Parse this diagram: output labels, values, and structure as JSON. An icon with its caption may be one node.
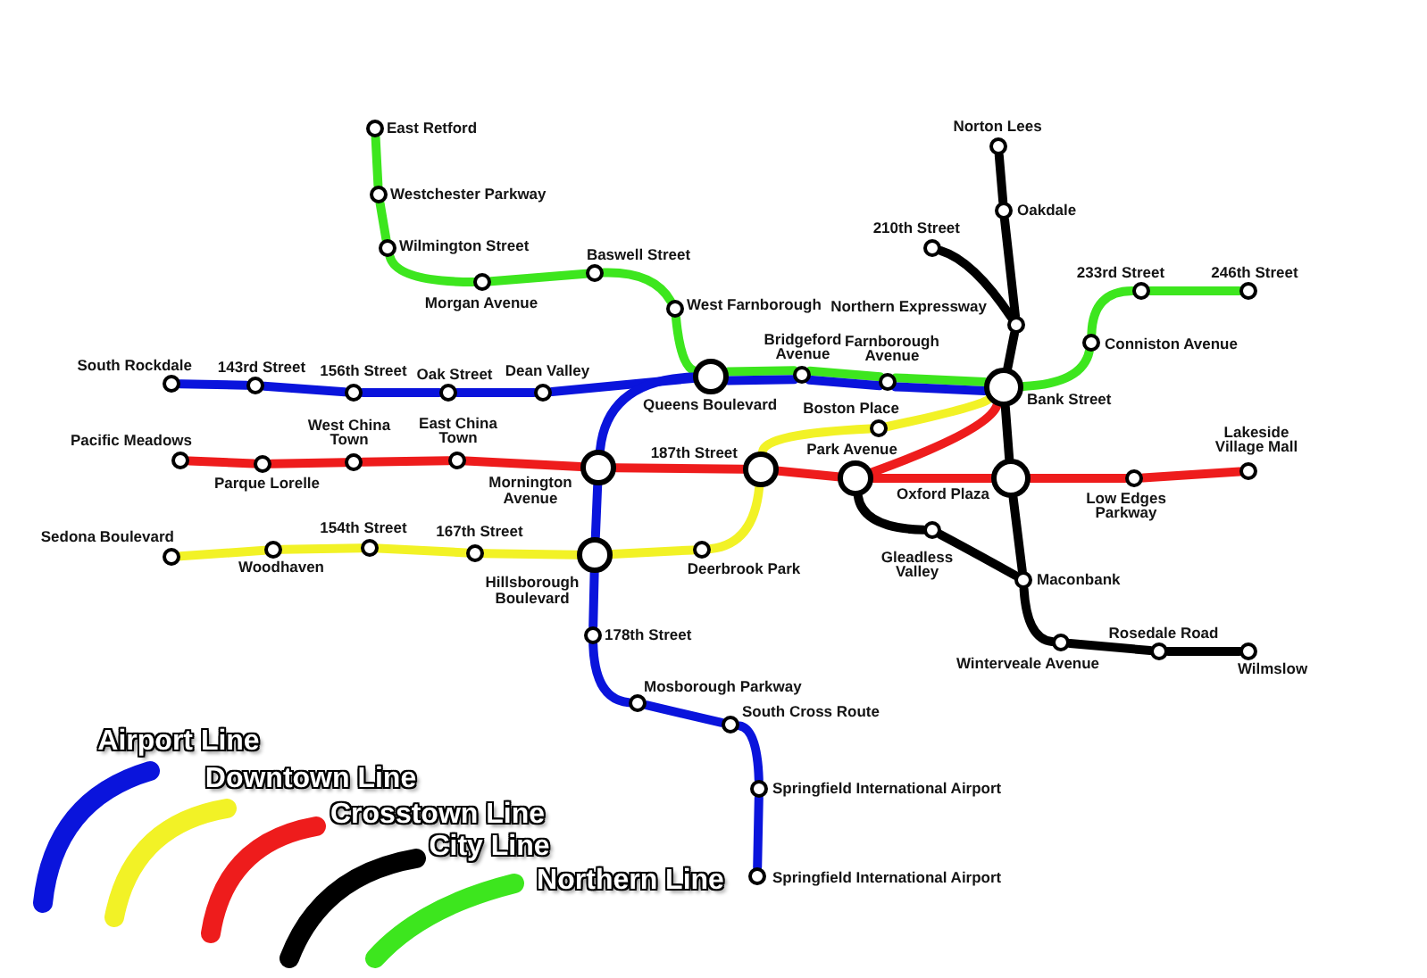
{
  "diagram": {
    "nodes": [
      {
        "text": [
          "East Retford"
        ]
      },
      {
        "text": [
          "Norton Lees"
        ]
      },
      {
        "text": [
          "Westchester Parkway"
        ]
      },
      {
        "text": [
          "Oakdale"
        ]
      },
      {
        "text": [
          "Wilmington Street"
        ]
      },
      {
        "text": [
          "210th Street"
        ]
      },
      {
        "text": [
          "Baswell Street"
        ]
      },
      {
        "text": [
          "Morgan Avenue"
        ]
      },
      {
        "text": [
          "233rd Street"
        ]
      },
      {
        "text": [
          "246th Street"
        ]
      },
      {
        "text": [
          "West Farnborough"
        ]
      },
      {
        "text": [
          "Northern Expressway"
        ]
      },
      {
        "text": [
          "Conniston Avenue"
        ]
      },
      {
        "text": [
          "South Rockdale"
        ]
      },
      {
        "text": [
          "143rd Street"
        ]
      },
      {
        "text": [
          "156th Street"
        ]
      },
      {
        "text": [
          "Oak Street"
        ]
      },
      {
        "text": [
          "Dean Valley"
        ]
      },
      {
        "text": [
          "Queens Boulevard"
        ]
      },
      {
        "text": [
          "Bridgeford Avenue"
        ]
      },
      {
        "text": [
          "Farnborough Avenue"
        ]
      },
      {
        "text": [
          "Bank Street"
        ]
      },
      {
        "text": [
          "Boston Place"
        ]
      },
      {
        "text": [
          "West China Town"
        ]
      },
      {
        "text": [
          "East China Town"
        ]
      },
      {
        "text": [
          "Pacific Meadows"
        ]
      },
      {
        "text": [
          "Parque Lorelle"
        ]
      },
      {
        "text": [
          "Mornington Avenue"
        ]
      },
      {
        "text": [
          "187th Street"
        ]
      },
      {
        "text": [
          "Park Avenue"
        ]
      },
      {
        "text": [
          "Oxford Plaza"
        ]
      },
      {
        "text": [
          "Lakeside Village Mall"
        ]
      },
      {
        "text": [
          "Low Edges Parkway"
        ]
      },
      {
        "text": [
          "Gleadless Valley"
        ]
      },
      {
        "text": [
          "Sedona Boulevard"
        ]
      },
      {
        "text": [
          "Woodhaven"
        ]
      },
      {
        "text": [
          "154th Street"
        ]
      },
      {
        "text": [
          "167th Street"
        ]
      },
      {
        "text": [
          "Hillsborough Boulevard"
        ]
      },
      {
        "text": [
          "Deerbrook Park"
        ]
      },
      {
        "text": [
          "Maconbank"
        ]
      },
      {
        "text": [
          "178th Street"
        ]
      },
      {
        "text": [
          "Winterveale Avenue"
        ]
      },
      {
        "text": [
          "Rosedale Road"
        ]
      },
      {
        "text": [
          "Wilmslow"
        ]
      },
      {
        "text": [
          "Mosborough Parkway"
        ]
      },
      {
        "text": [
          "South Cross Route"
        ]
      },
      {
        "text": [
          "Springfield International Airport"
        ]
      },
      {
        "text": [
          "Springfield International Airport"
        ]
      }
    ],
    "edges": [
      {
        "from": 0,
        "to": 2,
        "arrow": "none",
        "color": "#3de61e"
      },
      {
        "from": 2,
        "to": 4,
        "arrow": "none",
        "color": "#3de61e"
      },
      {
        "from": 4,
        "to": 7,
        "arrow": "none",
        "color": "#3de61e"
      },
      {
        "from": 7,
        "to": 6,
        "arrow": "none",
        "color": "#3de61e"
      },
      {
        "from": 6,
        "to": 10,
        "arrow": "none",
        "color": "#3de61e"
      },
      {
        "from": 10,
        "to": 18,
        "arrow": "none",
        "color": "#3de61e"
      },
      {
        "from": 18,
        "to": 19,
        "arrow": "none",
        "color": "#3de61e"
      },
      {
        "from": 19,
        "to": 20,
        "arrow": "none",
        "color": "#3de61e"
      },
      {
        "from": 20,
        "to": 21,
        "arrow": "none",
        "color": "#3de61e"
      },
      {
        "from": 21,
        "to": 12,
        "arrow": "none",
        "color": "#3de61e"
      },
      {
        "from": 12,
        "to": 8,
        "arrow": "none",
        "color": "#3de61e"
      },
      {
        "from": 8,
        "to": 9,
        "arrow": "none",
        "color": "#3de61e"
      },
      {
        "from": 13,
        "to": 14,
        "arrow": "none",
        "color": "#0a14dc"
      },
      {
        "from": 14,
        "to": 15,
        "arrow": "none",
        "color": "#0a14dc"
      },
      {
        "from": 15,
        "to": 16,
        "arrow": "none",
        "color": "#0a14dc"
      },
      {
        "from": 16,
        "to": 17,
        "arrow": "none",
        "color": "#0a14dc"
      },
      {
        "from": 17,
        "to": 18,
        "arrow": "none",
        "color": "#0a14dc"
      },
      {
        "from": 18,
        "to": 19,
        "arrow": "none",
        "color": "#0a14dc"
      },
      {
        "from": 19,
        "to": 20,
        "arrow": "none",
        "color": "#0a14dc"
      },
      {
        "from": 20,
        "to": 21,
        "arrow": "none",
        "color": "#0a14dc"
      },
      {
        "from": 18,
        "to": 27,
        "arrow": "none",
        "color": "#0a14dc"
      },
      {
        "from": 27,
        "to": 38,
        "arrow": "none",
        "color": "#0a14dc"
      },
      {
        "from": 38,
        "to": 41,
        "arrow": "none",
        "color": "#0a14dc"
      },
      {
        "from": 41,
        "to": 45,
        "arrow": "none",
        "color": "#0a14dc"
      },
      {
        "from": 45,
        "to": 46,
        "arrow": "none",
        "color": "#0a14dc"
      },
      {
        "from": 46,
        "to": 47,
        "arrow": "none",
        "color": "#0a14dc"
      },
      {
        "from": 47,
        "to": 48,
        "arrow": "none",
        "color": "#0a14dc"
      },
      {
        "from": 25,
        "to": 26,
        "arrow": "none",
        "color": "#ee1c1c"
      },
      {
        "from": 26,
        "to": 23,
        "arrow": "none",
        "color": "#ee1c1c"
      },
      {
        "from": 23,
        "to": 24,
        "arrow": "none",
        "color": "#ee1c1c"
      },
      {
        "from": 24,
        "to": 27,
        "arrow": "none",
        "color": "#ee1c1c"
      },
      {
        "from": 27,
        "to": 28,
        "arrow": "none",
        "color": "#ee1c1c"
      },
      {
        "from": 28,
        "to": 29,
        "arrow": "none",
        "color": "#ee1c1c"
      },
      {
        "from": 29,
        "to": 30,
        "arrow": "none",
        "color": "#ee1c1c"
      },
      {
        "from": 30,
        "to": 32,
        "arrow": "none",
        "color": "#ee1c1c"
      },
      {
        "from": 32,
        "to": 31,
        "arrow": "none",
        "color": "#ee1c1c"
      },
      {
        "from": 29,
        "to": 21,
        "arrow": "none",
        "color": "#ee1c1c"
      },
      {
        "from": 34,
        "to": 35,
        "arrow": "none",
        "color": "#f2f226"
      },
      {
        "from": 35,
        "to": 36,
        "arrow": "none",
        "color": "#f2f226"
      },
      {
        "from": 36,
        "to": 37,
        "arrow": "none",
        "color": "#f2f226"
      },
      {
        "from": 37,
        "to": 38,
        "arrow": "none",
        "color": "#f2f226"
      },
      {
        "from": 38,
        "to": 39,
        "arrow": "none",
        "color": "#f2f226"
      },
      {
        "from": 39,
        "to": 28,
        "arrow": "none",
        "color": "#f2f226"
      },
      {
        "from": 28,
        "to": 22,
        "arrow": "none",
        "color": "#f2f226"
      },
      {
        "from": 22,
        "to": 21,
        "arrow": "none",
        "color": "#f2f226"
      },
      {
        "from": 1,
        "to": 3,
        "arrow": "none",
        "color": "#000000"
      },
      {
        "from": 3,
        "to": 11,
        "arrow": "none",
        "color": "#000000"
      },
      {
        "from": 5,
        "to": 11,
        "arrow": "none",
        "color": "#000000"
      },
      {
        "from": 11,
        "to": 21,
        "arrow": "none",
        "color": "#000000"
      },
      {
        "from": 21,
        "to": 30,
        "arrow": "none",
        "color": "#000000"
      },
      {
        "from": 30,
        "to": 40,
        "arrow": "none",
        "color": "#000000"
      },
      {
        "from": 29,
        "to": 33,
        "arrow": "none",
        "color": "#000000"
      },
      {
        "from": 33,
        "to": 40,
        "arrow": "none",
        "color": "#000000"
      },
      {
        "from": 40,
        "to": 42,
        "arrow": "none",
        "color": "#000000"
      },
      {
        "from": 42,
        "to": 43,
        "arrow": "none",
        "color": "#000000"
      },
      {
        "from": 43,
        "to": 44,
        "arrow": "none",
        "color": "#000000"
      }
    ],
    "legend": [
      {
        "text": "Airport Line",
        "color": "#0a14dc"
      },
      {
        "text": "Downtown Line",
        "color": "#f2f226"
      },
      {
        "text": "Crosstown Line",
        "color": "#ee1c1c"
      },
      {
        "text": "City Line",
        "color": "#000000"
      },
      {
        "text": "Northern Line",
        "color": "#3de61e"
      }
    ]
  }
}
